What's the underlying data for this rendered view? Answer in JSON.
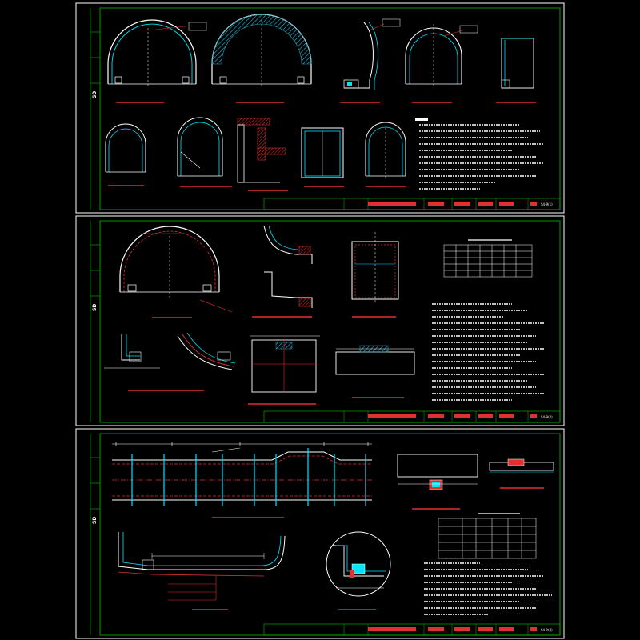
{
  "sheets": [
    {
      "id": "sheet-1",
      "number": "S4-9(1)"
    },
    {
      "id": "sheet-2",
      "number": "S4-9(2)"
    },
    {
      "id": "sheet-3",
      "number": "S4-9(3)"
    }
  ],
  "side_label": "SD",
  "colors": {
    "background": "#000000",
    "frame": "#ffffff",
    "title_block": "#00c000",
    "lining": "#ffffff",
    "waterproof": "#00e5ff",
    "annotation": "#ff2020",
    "hatch": "#1fa8c8"
  }
}
